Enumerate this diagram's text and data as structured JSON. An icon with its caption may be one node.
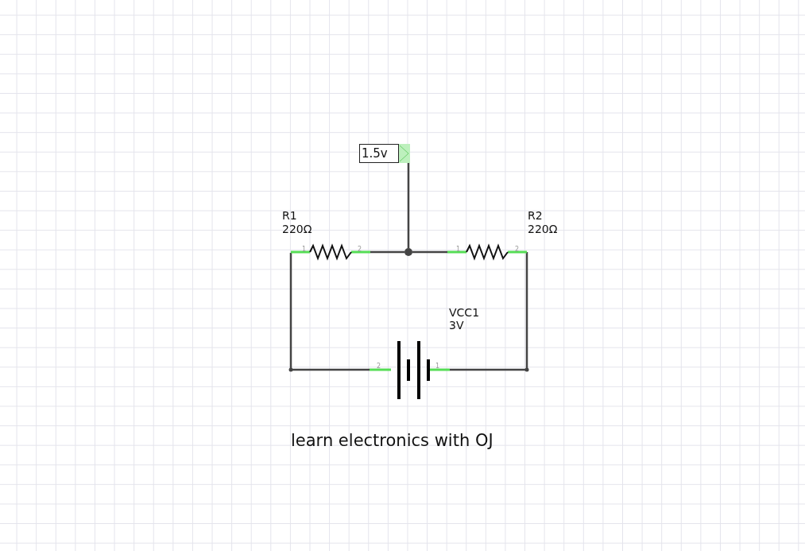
{
  "diagram": {
    "caption": "learn electronics with OJ",
    "nodes": [
      {
        "text": [
          "1.5v"
        ]
      },
      {
        "text": [],
        "shape": "resistor",
        "beside": [
          "R1",
          "220Ω"
        ]
      },
      {
        "text": [],
        "shape": "circle"
      },
      {
        "text": [],
        "shape": "resistor",
        "beside": [
          "R2",
          "220Ω"
        ]
      },
      {
        "text": [],
        "shape": "battery",
        "beside": [
          "VCC1",
          "3V"
        ]
      }
    ],
    "edges": [
      {
        "from": 1,
        "to": 2,
        "arrow": "none"
      },
      {
        "from": 2,
        "to": 3,
        "arrow": "none"
      },
      {
        "from": 2,
        "to": 0,
        "arrow": "none"
      },
      {
        "from": 3,
        "to": 4,
        "arrow": "none"
      },
      {
        "from": 4,
        "to": 1,
        "arrow": "none"
      }
    ],
    "labels": [
      "1",
      "2",
      "1",
      "2",
      "2",
      "1"
    ]
  }
}
